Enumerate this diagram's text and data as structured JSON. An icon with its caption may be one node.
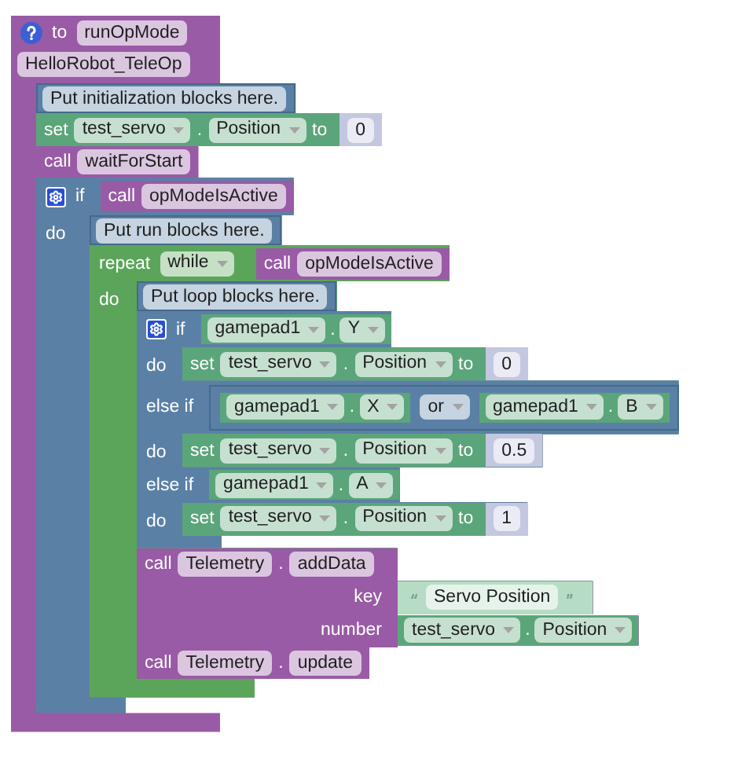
{
  "diagram": {
    "nodes": [
      {
        "text": [
          "to",
          "runOpMode",
          "HelloRobot_TeleOp"
        ]
      },
      {
        "text": [
          "Put initialization blocks here."
        ],
        "in": 0
      },
      {
        "text": [
          "set",
          "test_servo",
          ".",
          "Position",
          "to"
        ],
        "in": 0
      },
      {
        "text": [
          "0"
        ],
        "in": 2
      },
      {
        "text": [
          "call",
          "waitForStart"
        ],
        "in": 0
      },
      {
        "text": [
          "if",
          "do"
        ],
        "in": 0
      },
      {
        "text": [
          "call",
          "opModeIsActive"
        ],
        "in": 5
      },
      {
        "text": [
          "Put run blocks here."
        ],
        "in": 5
      },
      {
        "text": [
          "repeat",
          "while",
          "do"
        ],
        "in": 5
      },
      {
        "text": [
          "call",
          "opModeIsActive"
        ],
        "in": 8
      },
      {
        "text": [
          "Put loop blocks here."
        ],
        "in": 8
      },
      {
        "text": [
          "if",
          "do",
          "else if",
          "do",
          "else if",
          "do"
        ],
        "in": 8
      },
      {
        "text": [
          "gamepad1",
          ".",
          "Y"
        ],
        "in": 11
      },
      {
        "text": [
          "set",
          "test_servo",
          ".",
          "Position",
          "to"
        ],
        "in": 11
      },
      {
        "text": [
          "0"
        ],
        "in": 13
      },
      {
        "text": [
          "or"
        ],
        "in": 11
      },
      {
        "text": [
          "gamepad1",
          ".",
          "X"
        ],
        "in": 15
      },
      {
        "text": [
          "gamepad1",
          ".",
          "B"
        ],
        "in": 15
      },
      {
        "text": [
          "set",
          "test_servo",
          ".",
          "Position",
          "to"
        ],
        "in": 11
      },
      {
        "text": [
          "0.5"
        ],
        "in": 18
      },
      {
        "text": [
          "gamepad1",
          ".",
          "A"
        ],
        "in": 11
      },
      {
        "text": [
          "set",
          "test_servo",
          ".",
          "Position",
          "to"
        ],
        "in": 11
      },
      {
        "text": [
          "1"
        ],
        "in": 21
      },
      {
        "text": [
          "call",
          "Telemetry",
          ".",
          "addData",
          "key",
          "number"
        ],
        "in": 8
      },
      {
        "text": [
          "Servo Position"
        ],
        "in": 23
      },
      {
        "text": [
          "test_servo",
          ".",
          "Position"
        ],
        "in": 23
      },
      {
        "text": [
          "call",
          "Telemetry",
          ".",
          "update"
        ],
        "in": 8
      }
    ]
  }
}
